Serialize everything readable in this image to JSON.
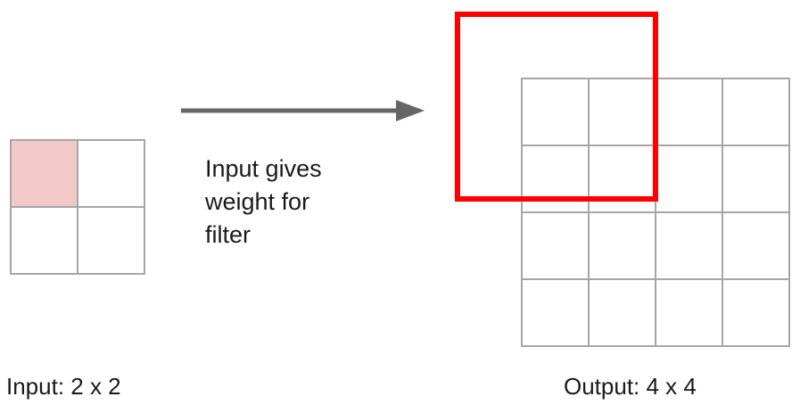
{
  "input_grid": {
    "caption": "Input: 2 x 2",
    "rows": 2,
    "cols": 2,
    "highlighted_cell": [
      0,
      0
    ],
    "highlight_color": "#f2c8c8",
    "line_color": "#a6a6a6"
  },
  "output_grid": {
    "caption": "Output: 4 x 4",
    "rows": 4,
    "cols": 4,
    "line_color": "#a6a6a6"
  },
  "filter_box": {
    "color": "#ff0000"
  },
  "arrow": {
    "color": "#666666",
    "label_lines": [
      "Input gives",
      "weight for",
      "filter"
    ]
  }
}
